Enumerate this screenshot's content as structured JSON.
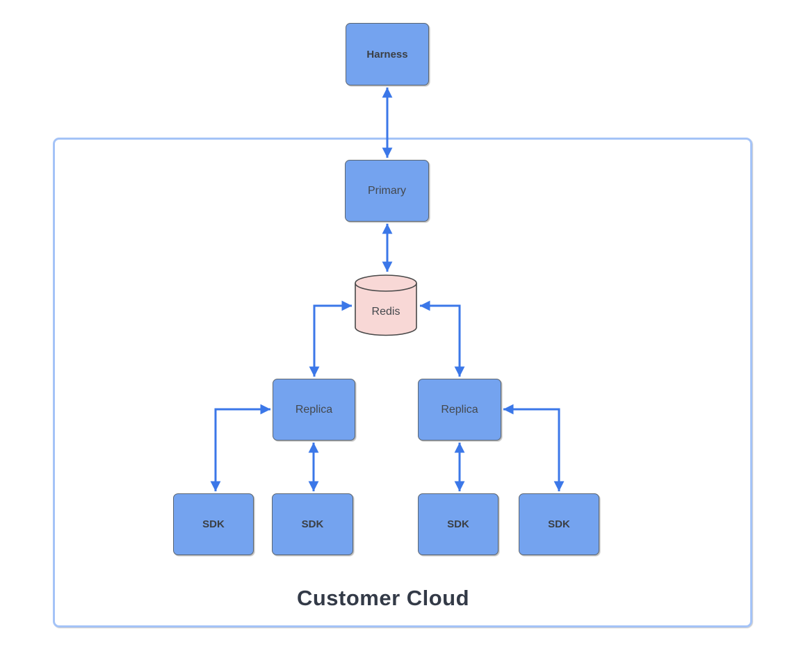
{
  "diagram": {
    "container": {
      "label": "Customer Cloud"
    },
    "nodes": [
      {
        "id": "harness",
        "label": "Harness",
        "shape": "rect",
        "emphasis": "bold"
      },
      {
        "id": "primary",
        "label": "Primary",
        "shape": "rect",
        "emphasis": "normal"
      },
      {
        "id": "redis",
        "label": "Redis",
        "shape": "cylinder",
        "emphasis": "normal"
      },
      {
        "id": "replica-left",
        "label": "Replica",
        "shape": "rect",
        "emphasis": "normal"
      },
      {
        "id": "replica-right",
        "label": "Replica",
        "shape": "rect",
        "emphasis": "normal"
      },
      {
        "id": "sdk-1",
        "label": "SDK",
        "shape": "rect",
        "emphasis": "bold"
      },
      {
        "id": "sdk-2",
        "label": "SDK",
        "shape": "rect",
        "emphasis": "bold"
      },
      {
        "id": "sdk-3",
        "label": "SDK",
        "shape": "rect",
        "emphasis": "bold"
      },
      {
        "id": "sdk-4",
        "label": "SDK",
        "shape": "rect",
        "emphasis": "bold"
      }
    ],
    "edges": [
      {
        "from": "harness",
        "to": "primary",
        "bidirectional": true
      },
      {
        "from": "primary",
        "to": "redis",
        "bidirectional": true
      },
      {
        "from": "redis",
        "to": "replica-left",
        "bidirectional": true
      },
      {
        "from": "redis",
        "to": "replica-right",
        "bidirectional": true
      },
      {
        "from": "replica-left",
        "to": "sdk-1",
        "bidirectional": true
      },
      {
        "from": "replica-left",
        "to": "sdk-2",
        "bidirectional": true
      },
      {
        "from": "replica-right",
        "to": "sdk-3",
        "bidirectional": true
      },
      {
        "from": "replica-right",
        "to": "sdk-4",
        "bidirectional": true
      }
    ],
    "colors": {
      "node_fill": "#74a3ef",
      "node_border": "#5b6570",
      "node_text": "#44484d",
      "node_text_bold": "#3b3f44",
      "redis_fill": "#f8d8d6",
      "redis_border": "#474747",
      "arrow": "#3b77e8",
      "container_border": "#a4c3f7",
      "title_text": "#333a47"
    }
  }
}
